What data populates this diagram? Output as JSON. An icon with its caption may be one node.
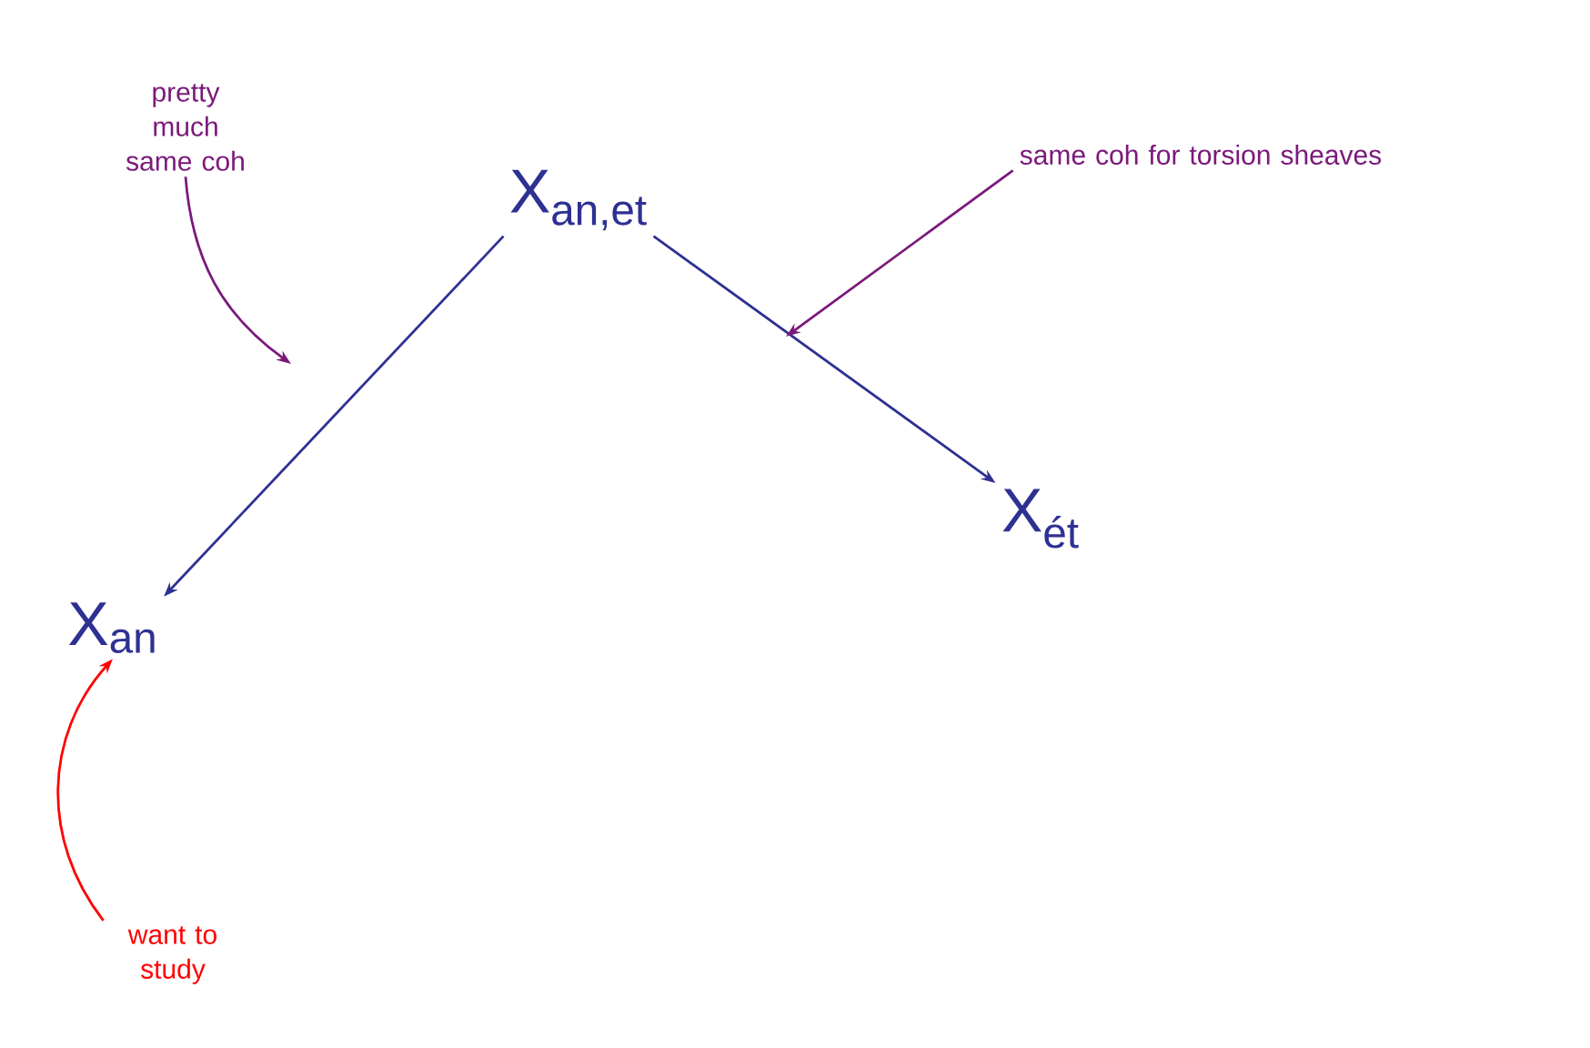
{
  "diagram": {
    "nodes": [
      {
        "text": [
          "X$_{an,et}$"
        ]
      },
      {
        "text": [
          "X$_{an}$"
        ]
      },
      {
        "text": [
          "X$_{ét}$"
        ]
      },
      {
        "text": [
          "pretty much same coh"
        ]
      },
      {
        "text": [
          "same coh for torsion sheaves"
        ]
      },
      {
        "text": [
          "want to study"
        ]
      }
    ],
    "edges": [
      {
        "from": 0,
        "to": 1,
        "arrow": "to",
        "color": "#2e3192"
      },
      {
        "from": 0,
        "to": 2,
        "arrow": "to",
        "color": "#2e3192"
      },
      {
        "from": 3,
        "to": null,
        "arrow": "to",
        "color": "#7b1a7b"
      },
      {
        "from": 4,
        "to": null,
        "arrow": "to",
        "color": "#7b1a7b"
      },
      {
        "from": 5,
        "to": 1,
        "arrow": "to",
        "color": "#ff0000"
      }
    ]
  }
}
